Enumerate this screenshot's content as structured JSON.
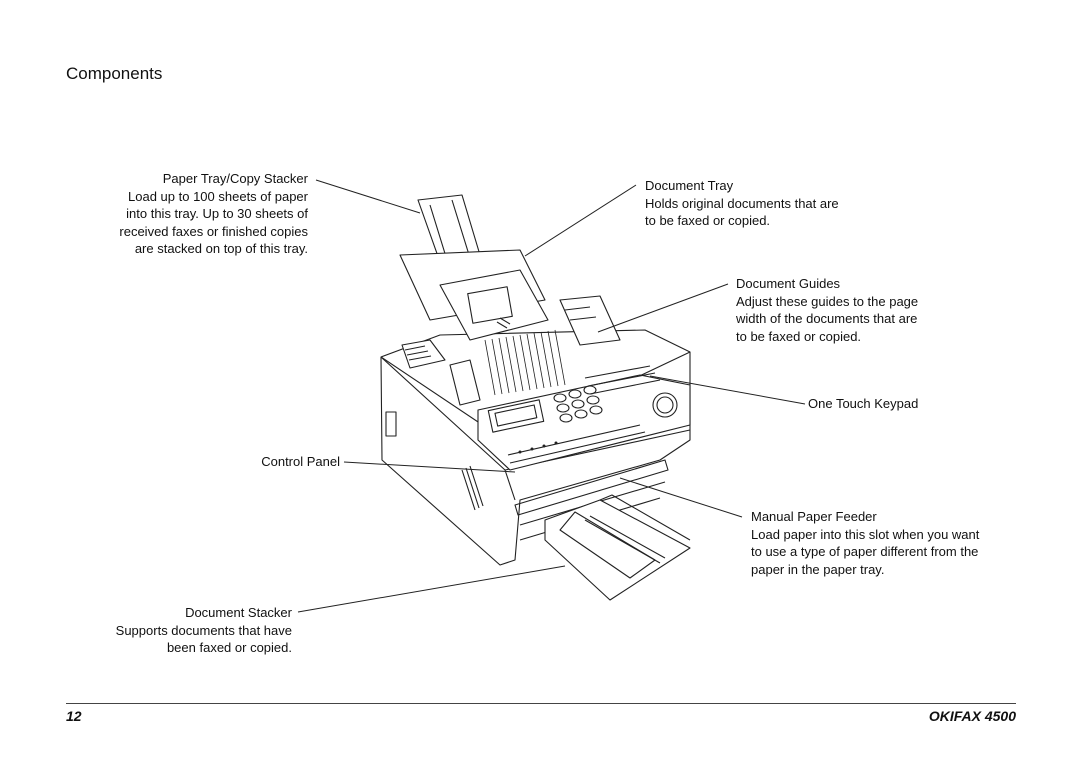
{
  "page": {
    "title": "Components",
    "page_number": "12",
    "product_name": "OKIFAX 4500"
  },
  "callouts": {
    "paper_tray": {
      "heading": "Paper Tray/Copy Stacker",
      "lines": [
        "Load up to 100 sheets of paper",
        "into this tray. Up to 30 sheets of",
        "received faxes or finished  copies",
        "are stacked on top of this tray."
      ]
    },
    "document_tray": {
      "heading": "Document Tray",
      "lines": [
        "Holds original documents that are",
        "to be faxed or copied."
      ]
    },
    "document_guides": {
      "heading": "Document Guides",
      "lines": [
        "Adjust these guides to the page",
        "width of the documents that are",
        "to be faxed or copied."
      ]
    },
    "one_touch_keypad": {
      "heading": "One Touch Keypad"
    },
    "control_panel": {
      "heading": "Control Panel"
    },
    "manual_paper_feeder": {
      "heading": "Manual Paper Feeder",
      "lines": [
        "Load paper into this slot when you want",
        "to use a type of paper different from the",
        "paper in the paper tray."
      ]
    },
    "document_stacker": {
      "heading": "Document Stacker",
      "lines": [
        "Supports documents that have",
        "been faxed or copied."
      ]
    }
  }
}
